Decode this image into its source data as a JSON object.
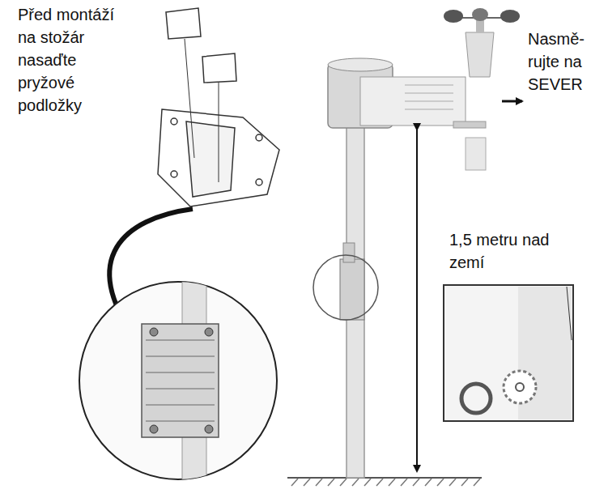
{
  "diagram": {
    "labels": [
      "Před montáží na stožár nasaďte pryžové podložky",
      "Nasmě- rujte na SEVER",
      "1,5 metru nad zemí"
    ]
  }
}
